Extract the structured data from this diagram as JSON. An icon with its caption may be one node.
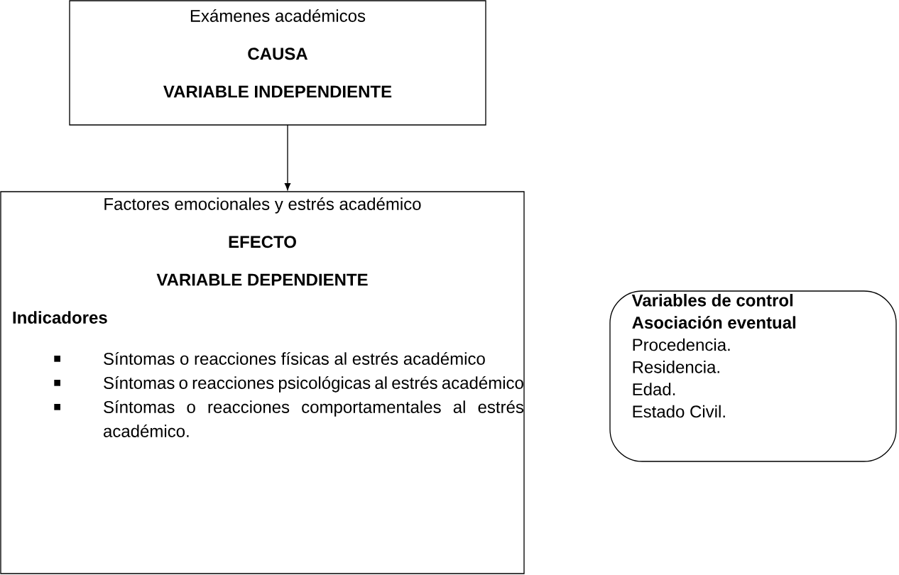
{
  "diagram": {
    "nodes": [
      {
        "text": [
          "Exámenes académicos",
          "CAUSA",
          "VARIABLE INDEPENDIENTE"
        ]
      },
      {
        "text": [
          "Factores emocionales y estrés académico",
          "EFECTO",
          "VARIABLE DEPENDIENTE",
          "Indicadores",
          "Síntomas o reacciones físicas al estrés académico",
          "Síntomas o reacciones psicológicas al estrés académico",
          "Síntomas o reacciones comportamentales al estrés académico."
        ]
      },
      {
        "text": [
          "Variables de control",
          "Asociación eventual",
          "Procedencia.",
          "Residencia.",
          "Edad.",
          "Estado Civil."
        ]
      }
    ],
    "edges": [
      {
        "from": 0,
        "to": 1,
        "arrow": "to"
      }
    ]
  }
}
